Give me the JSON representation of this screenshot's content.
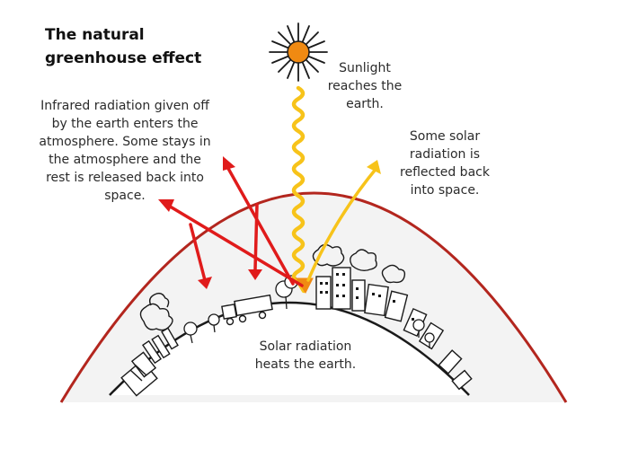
{
  "title": {
    "line1": "The natural",
    "line2": "greenhouse effect"
  },
  "labels": {
    "sunlight": [
      "Sunlight",
      "reaches the",
      "earth."
    ],
    "reflected": [
      "Some solar",
      "radiation is",
      "reflected back",
      "into space."
    ],
    "infrared": [
      "Infrared radiation given off",
      "by the earth enters the",
      "atmosphere. Some stays in",
      "the atmosphere and the",
      "rest is released back into",
      "space."
    ],
    "heats": [
      "Solar radiation",
      "heats the earth."
    ]
  },
  "colors": {
    "atmosphere": "#b3261e",
    "infrared_arrow": "#e01b1b",
    "sunlight_wave": "#f7c31a",
    "reflected_arrow": "#f7c31a",
    "sun_core": "#f08a12",
    "earth_outline": "#1a1a1a"
  }
}
